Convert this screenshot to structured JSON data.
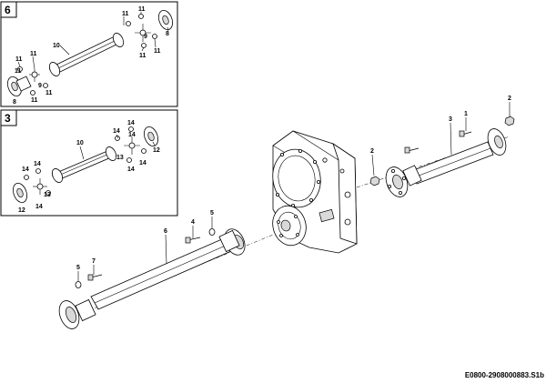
{
  "insets": [
    {
      "tag": "6",
      "labels": {
        "l11a": "11",
        "l11b": "11",
        "l11c": "11",
        "l11d": "11",
        "l11e": "11",
        "l11f": "11",
        "l11g": "11",
        "l11h": "11",
        "l11i": "11",
        "l10": "10",
        "l9a": "9",
        "l9b": "9",
        "l8a": "8",
        "l8b": "8"
      }
    },
    {
      "tag": "3",
      "labels": {
        "l14a": "14",
        "l14b": "14",
        "l14c": "14",
        "l14d": "14",
        "l14e": "14",
        "l14f": "14",
        "l14g": "14",
        "l14h": "14",
        "l10": "10",
        "l12a": "12",
        "l12b": "12",
        "l13a": "13",
        "l13b": "13"
      }
    }
  ],
  "callouts": {
    "c1": "1",
    "c2a": "2",
    "c2b": "2",
    "c3": "3",
    "c4": "4",
    "c5a": "5",
    "c5b": "5",
    "c6": "6",
    "c7": "7"
  },
  "reference": "E0800-2908000883.S1b"
}
